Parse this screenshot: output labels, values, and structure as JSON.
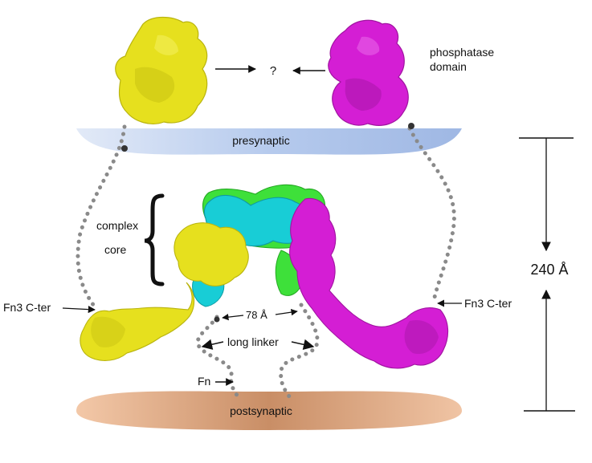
{
  "labels": {
    "question": "?",
    "phosphatase_line1": "phosphatase",
    "phosphatase_line2": "domain",
    "presynaptic": "presynaptic",
    "postsynaptic": "postsynaptic",
    "complex_line1": "complex",
    "complex_line2": "core",
    "fn3_left": "Fn3 C-ter",
    "fn3_right": "Fn3 C-ter",
    "distance_78": "78 Å",
    "long_linker": "long linker",
    "fn": "Fn",
    "distance_240": "240 Å"
  },
  "colors": {
    "yellow_protein": "#e6e01e",
    "magenta_protein": "#d41ed4",
    "cyan_protein": "#18cdd6",
    "green_protein": "#3ee03a",
    "presynaptic_membrane": "#a9c1ea",
    "postsynaptic_membrane": "#d9a07a",
    "linker_dots": "#8a8a8a"
  }
}
